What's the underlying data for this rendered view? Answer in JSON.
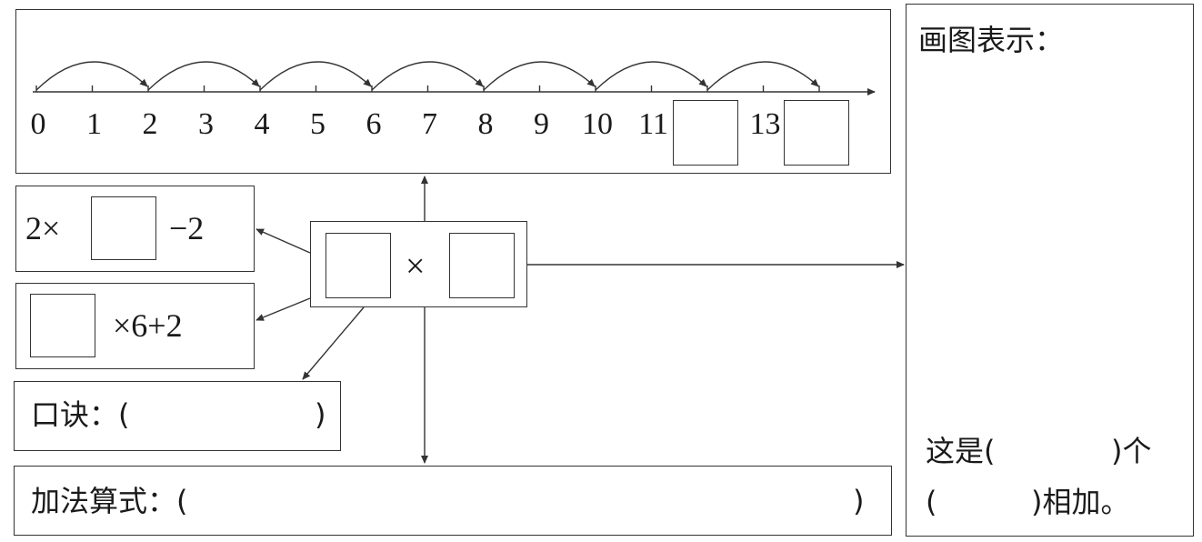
{
  "number_line": {
    "ticks": [
      {
        "value": 0,
        "label": "0"
      },
      {
        "value": 1,
        "label": "1"
      },
      {
        "value": 2,
        "label": "2"
      },
      {
        "value": 3,
        "label": "3"
      },
      {
        "value": 4,
        "label": "4"
      },
      {
        "value": 5,
        "label": "5"
      },
      {
        "value": 6,
        "label": "6"
      },
      {
        "value": 7,
        "label": "7"
      },
      {
        "value": 8,
        "label": "8"
      },
      {
        "value": 9,
        "label": "9"
      },
      {
        "value": 10,
        "label": "10"
      },
      {
        "value": 11,
        "label": "11"
      },
      {
        "value": 12,
        "label": null
      },
      {
        "value": 13,
        "label": "13"
      },
      {
        "value": 14,
        "label": null
      }
    ],
    "jump_size": 2,
    "jump_count": 7
  },
  "expr1": {
    "prefix": "2×",
    "suffix": "−2"
  },
  "expr2": {
    "suffix": "×6+2"
  },
  "center": {
    "operator": "×"
  },
  "koujue": {
    "label": "口诀：(",
    "close": ")"
  },
  "addition": {
    "label": "加法算式：(",
    "close": ")"
  },
  "drawing": {
    "title": "画图表示：",
    "line1_a": "这是(",
    "line1_b": ")个",
    "line2_a": "(",
    "line2_b": ")相加。"
  }
}
